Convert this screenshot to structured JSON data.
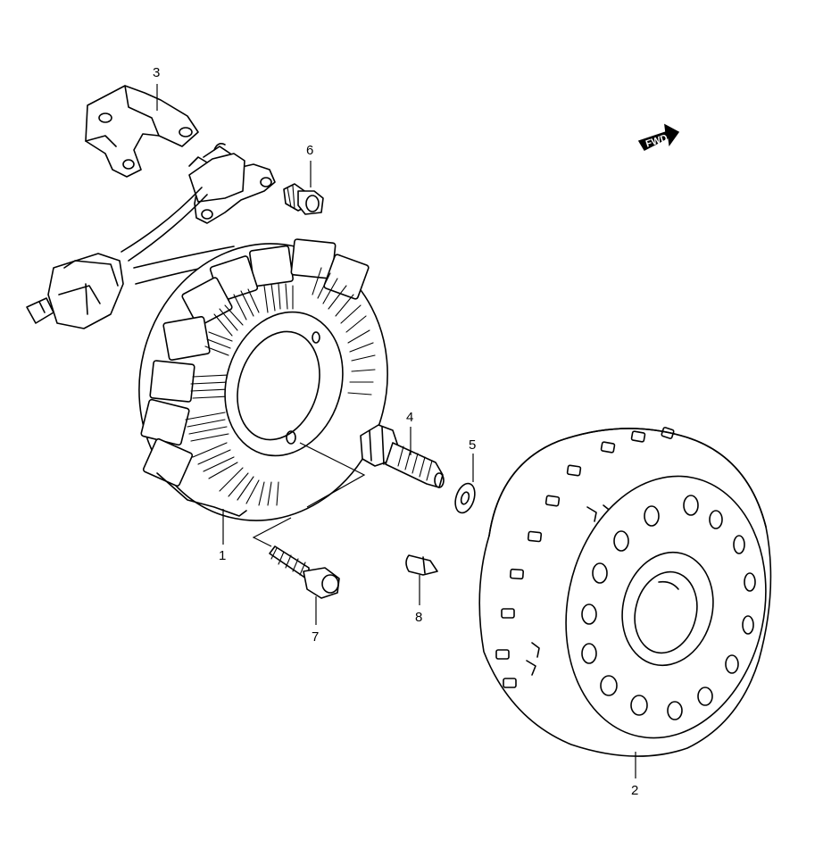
{
  "callouts": {
    "stator": "1",
    "rotor": "2",
    "bracket": "3",
    "bolt_rotor": "4",
    "washer": "5",
    "bolt_bracket": "6",
    "bolt_stator": "7",
    "key": "8"
  },
  "fwd_label": "FWD",
  "colors": {
    "line": "#000000",
    "background": "#ffffff"
  }
}
